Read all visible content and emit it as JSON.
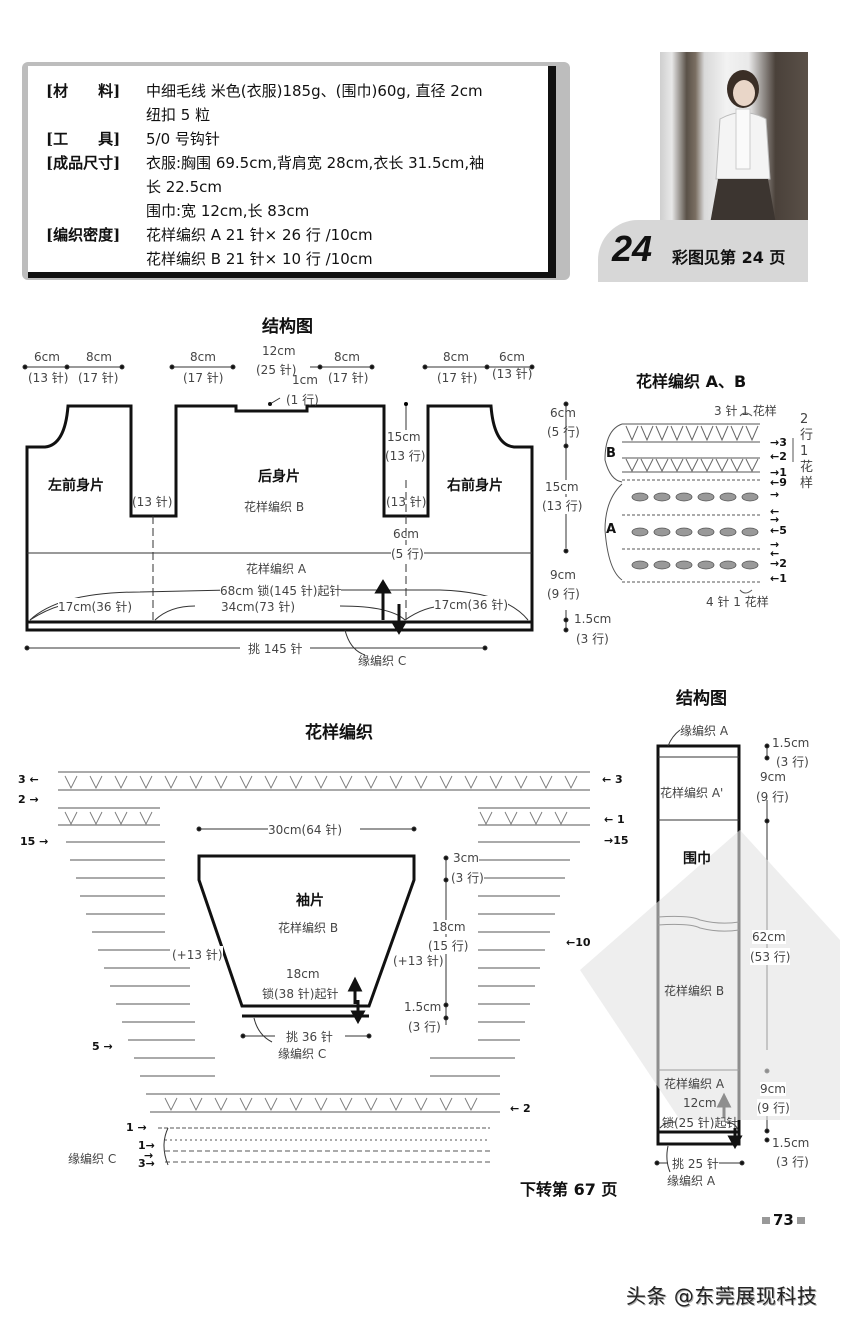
{
  "materials": {
    "rows": [
      {
        "label": "[材　　料]",
        "value": "中细毛线  米色(衣服)185g、(围巾)60g, 直径 2cm"
      },
      {
        "label": "",
        "value": "纽扣 5 粒"
      },
      {
        "label": "[工　　具]",
        "value": "5/0 号钩针"
      },
      {
        "label": "[成品尺寸]",
        "value": "衣服:胸围 69.5cm,背肩宽 28cm,衣长 31.5cm,袖"
      },
      {
        "label": "",
        "value": "长 22.5cm"
      },
      {
        "label": "",
        "value": "围巾:宽 12cm,长 83cm"
      },
      {
        "label": "[编织密度]",
        "value": "花样编织 A  21 针× 26 行 /10cm"
      },
      {
        "label": "",
        "value": "花样编织 B  21 针× 10 行 /10cm"
      }
    ]
  },
  "badge": {
    "number": "24",
    "text": "彩图见第 24 页"
  },
  "body_diagram": {
    "title": "结构图",
    "top_dims": [
      {
        "cm": "6cm",
        "st": "(13 针)"
      },
      {
        "cm": "8cm",
        "st": "(17 针)"
      },
      {
        "cm": "8cm",
        "st": "(17 针)"
      },
      {
        "cm": "12cm",
        "st": "(25 针)"
      },
      {
        "cm": "8cm",
        "st": "(17 针)"
      },
      {
        "cm": "8cm",
        "st": "(17 针)"
      },
      {
        "cm": "6cm",
        "st": "(13 针)"
      }
    ],
    "neck_drop": {
      "cm": "1cm",
      "rows": "(1 行)"
    },
    "pieces": {
      "left_front": "左前身片",
      "back": "后身片",
      "right_front": "右前身片"
    },
    "pattern_b": "花样编织 B",
    "pattern_a": "花样编织 A",
    "armhole_st_left": "(13 针)",
    "armhole_st_right": "(13 针)",
    "armhole_depth": {
      "cm": "15cm",
      "rows": "(13 行)"
    },
    "armhole_base": {
      "cm": "6cm",
      "rows": "(5 行)"
    },
    "chain": "68cm 锁(145 针)起针",
    "bottom_left": "17cm(36 针)",
    "bottom_mid": "34cm(73 针)",
    "bottom_right": "17cm(36 针)",
    "pickup": "挑 145 针",
    "edging": "缘编织 C",
    "right_dims": [
      {
        "cm": "6cm",
        "rows": "(5 行)"
      },
      {
        "cm": "15cm",
        "rows": "(13 行)"
      },
      {
        "cm": "9cm",
        "rows": "(9 行)"
      },
      {
        "cm": "1.5cm",
        "rows": "(3 行)"
      }
    ]
  },
  "stitch_ab": {
    "title": "花样编织 A、B",
    "repeat_top": "3 针 1 花样",
    "repeat_bottom": "4 针 1 花样",
    "label_b": "B",
    "label_a": "A",
    "side_note": [
      "2",
      "行",
      "1",
      "花",
      "样"
    ],
    "row_marks": [
      "→3",
      "←2",
      "→1",
      "←9",
      "→",
      "←",
      "→",
      "←5",
      "→",
      "←",
      "→2",
      "←1"
    ]
  },
  "sleeve": {
    "title": "花样编织",
    "width_top": "30cm(64 针)",
    "piece": "袖片",
    "pattern": "花样编织 B",
    "cap": {
      "cm": "3cm",
      "rows": "(3 行)"
    },
    "length": {
      "cm": "18cm",
      "rows": "(15 行)"
    },
    "inc_left": "(+13 针)",
    "inc_right": "(+13 针)",
    "chain_cm": "18cm",
    "chain": "锁(38 针)起针",
    "edge": {
      "cm": "1.5cm",
      "rows": "(3 行)"
    },
    "pickup": "挑 36 针",
    "edging": "缘编织 C",
    "left_marks": [
      "3 ←",
      "2 →",
      "15 →",
      "5 →",
      "1 →"
    ],
    "right_marks": [
      "← 3",
      "← 1",
      "→15",
      "←10",
      "← 2"
    ],
    "edging_label": "缘编织 C",
    "edging_rows": [
      "1→",
      "→",
      "3→"
    ],
    "continue": "下转第 67 页"
  },
  "scarf": {
    "title": "结构图",
    "top_edge": "缘编织 A",
    "pattern_a_prime": "花样编织 A'",
    "name": "围巾",
    "pattern_b": "花样编织 B",
    "pattern_a": "花样编织 A",
    "width": "12cm",
    "chain": "锁(25 针)起针",
    "pickup": "挑 25 针",
    "bottom_edge": "缘编织 A",
    "dims": [
      {
        "cm": "1.5cm",
        "rows": "(3 行)"
      },
      {
        "cm": "9cm",
        "rows": "(9 行)"
      },
      {
        "cm": "62cm",
        "rows": "(53 行)"
      },
      {
        "cm": "9cm",
        "rows": "(9 行)"
      },
      {
        "cm": "1.5cm",
        "rows": "(3 行)"
      }
    ]
  },
  "page_number": "73",
  "watermark": "头条 @东莞展现科技"
}
